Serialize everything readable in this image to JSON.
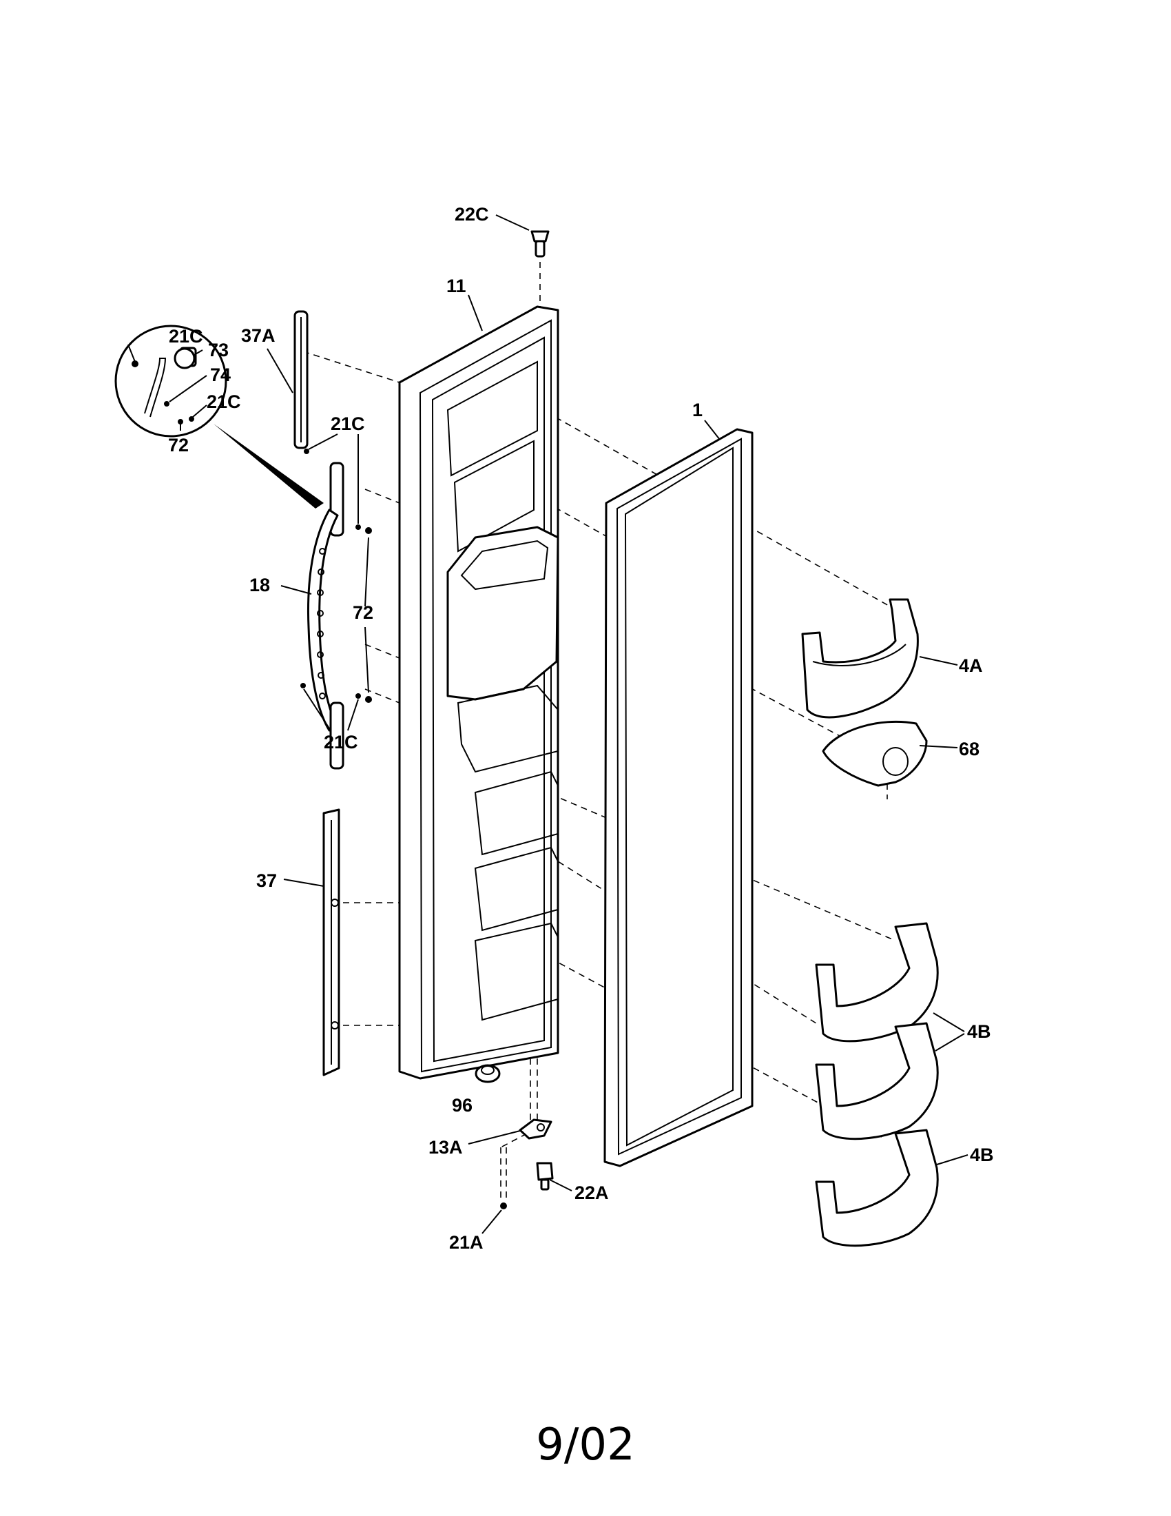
{
  "labels": {
    "l_22C_top": "22C",
    "l_11": "11",
    "l_21C_inset_a": "21C",
    "l_73": "73",
    "l_74": "74",
    "l_21C_inset_b": "21C",
    "l_72_inset": "72",
    "l_37A": "37A",
    "l_21C_upper": "21C",
    "l_1": "1",
    "l_18": "18",
    "l_72": "72",
    "l_21C_lower": "21C",
    "l_4A": "4A",
    "l_68": "68",
    "l_37": "37",
    "l_4B_mid": "4B",
    "l_96": "96",
    "l_13A": "13A",
    "l_22A": "22A",
    "l_4B_low": "4B",
    "l_21A": "21A"
  },
  "footer": "9/02"
}
